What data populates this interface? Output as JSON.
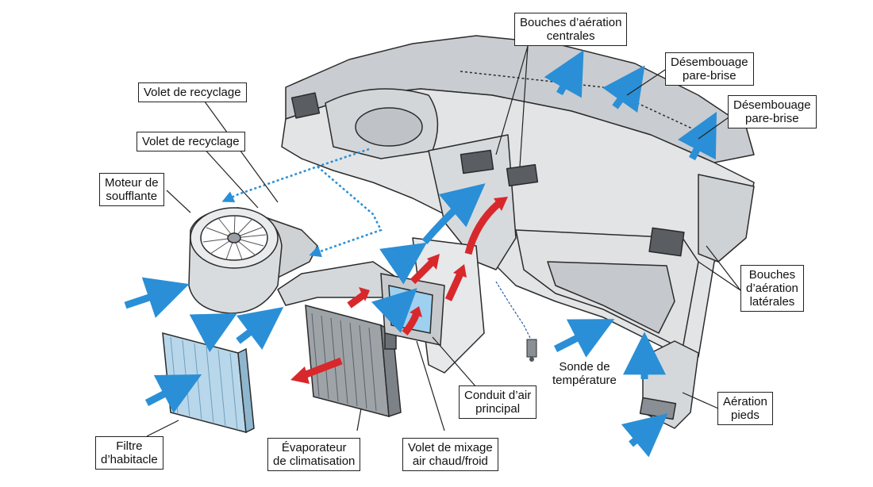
{
  "colors": {
    "blue_flow": "#2a8fd6",
    "red_flow": "#d8282c",
    "housing": "#d9dcdf",
    "outline": "#2b2b2b",
    "filter": "#b9d7ea"
  },
  "labels": {
    "volet_recyclage_1": [
      "Volet de recyclage"
    ],
    "volet_recyclage_2": [
      "Volet de recyclage"
    ],
    "moteur": [
      "Moteur de",
      "soufflante"
    ],
    "bouches_centrales": [
      "Bouches d’aération",
      "centrales"
    ],
    "desembouage_1": [
      "Désembouage",
      "pare-brise"
    ],
    "desembouage_2": [
      "Désembouage",
      "pare-brise"
    ],
    "bouches_laterales": [
      "Bouches",
      "d’aération",
      "latérales"
    ],
    "sonde": [
      "Sonde de",
      "température"
    ],
    "aeration_pieds": [
      "Aération",
      "pieds"
    ],
    "conduit": [
      "Conduit d’air",
      "principal"
    ],
    "volet_mixage": [
      "Volet de mixage",
      "air chaud/froid"
    ],
    "evaporateur": [
      "Évaporateur",
      "de climatisation"
    ],
    "filtre": [
      "Filtre",
      "d’habitacle"
    ]
  },
  "icons": {
    "blower": "blower-motor-icon",
    "filter": "cabin-filter-icon",
    "evaporator": "evaporator-icon",
    "sensor": "temperature-sensor-icon"
  }
}
